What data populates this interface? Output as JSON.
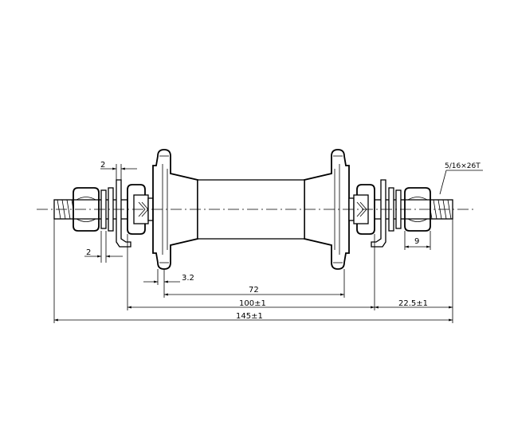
{
  "drawing": {
    "dimensions": {
      "washer_thickness_top": "2",
      "washer_thickness_bottom": "2",
      "flange_offset": "3.2",
      "hub_shell_length": "72",
      "locknut_spacing": "100±1",
      "overall_length": "145±1",
      "axle_protrusion": "22.5±1",
      "nut_width": "9",
      "thread_spec": "5/16×26T"
    }
  }
}
